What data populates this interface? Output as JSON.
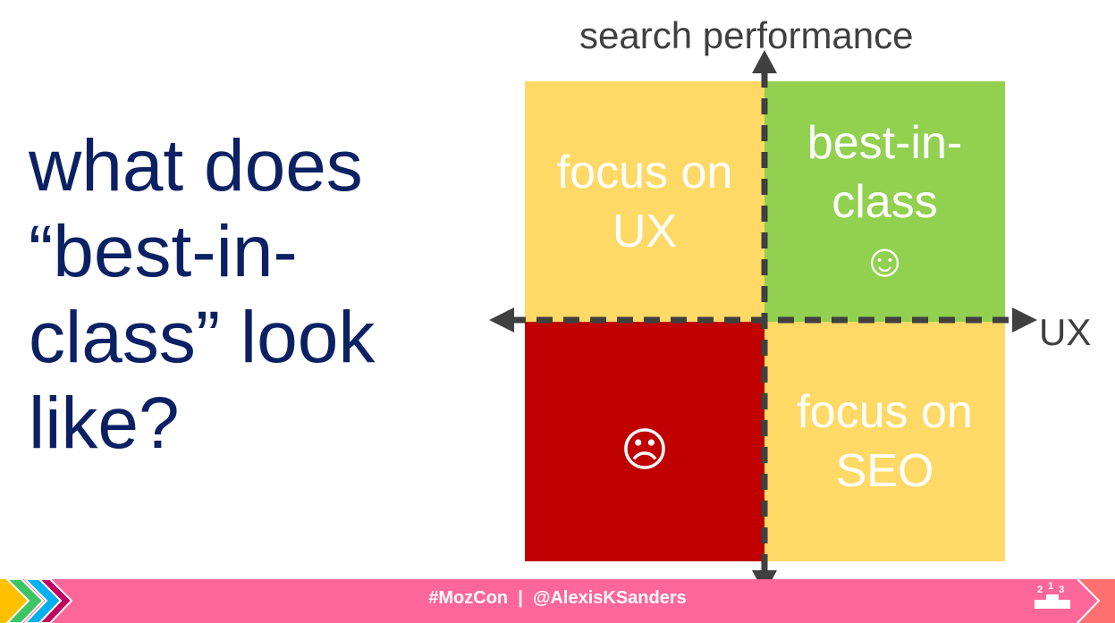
{
  "slide": {
    "title_lines": [
      "what does",
      "“best-in-",
      "class” look",
      "like?"
    ],
    "axes": {
      "y_label": "search performance",
      "x_label": "UX"
    },
    "quadrants": {
      "top_left": {
        "lines": [
          "focus on",
          "UX"
        ],
        "color": "#FFD966"
      },
      "top_right": {
        "lines": [
          "best-in-",
          "class",
          "☺"
        ],
        "color": "#92D050"
      },
      "bottom_left": {
        "lines": [
          "☹"
        ],
        "color": "#C00000"
      },
      "bottom_right": {
        "lines": [
          "focus on",
          "SEO"
        ],
        "color": "#FFD966"
      }
    },
    "footer": {
      "text": "#MozCon  |  @AlexisKSanders",
      "podium_numbers": [
        "2",
        "1",
        "3"
      ],
      "color": "#FF6699"
    }
  }
}
